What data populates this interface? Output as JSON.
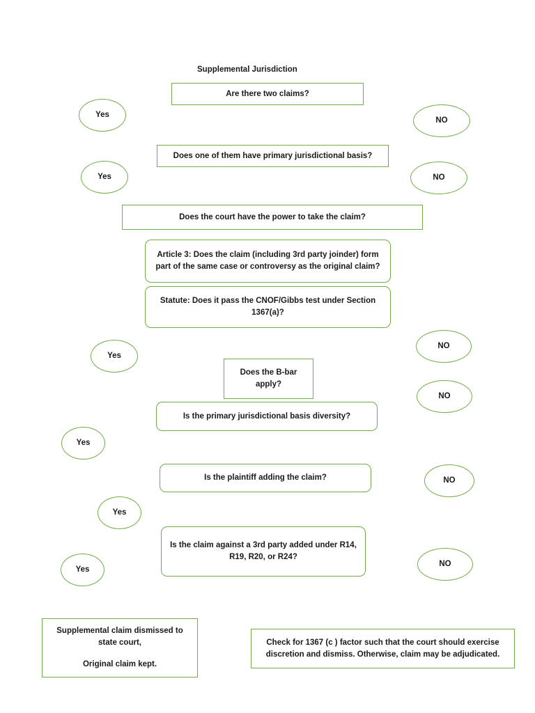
{
  "page": {
    "title": "Supplemental Jurisdiction",
    "accent_color": "#70ad47",
    "text_color": "#1a1a1a",
    "background_color": "#ffffff"
  },
  "boxes": {
    "two_claims": "Are there two claims?",
    "primary_basis": "Does one of them have primary jurisdictional basis?",
    "court_power": "Does the court have the power to take the claim?",
    "article_3": "Article 3: Does the claim (including 3rd party joinder) form part of the same case or controversy as the original claim?",
    "statute": "Statute: Does it pass the CNOF/Gibbs test under Section 1367(a)?",
    "b_bar": "Does the B-bar apply?",
    "diversity": "Is the primary jurisdictional basis diversity?",
    "plaintiff_adding": "Is the plaintiff adding the claim?",
    "third_party": "Is the claim against a 3rd party added under R14, R19, R20, or R24?"
  },
  "outcomes": {
    "dismissed_line1": "Supplemental claim dismissed to state court,",
    "dismissed_line2": "Original claim kept.",
    "check_1367c": "Check for 1367 (c ) factor such that the court should exercise discretion and dismiss. Otherwise, claim may be adjudicated."
  },
  "answers": {
    "yes_1": "Yes",
    "yes_2": "Yes",
    "yes_3": "Yes",
    "yes_4": "Yes",
    "yes_5": "Yes",
    "yes_6": "Yes",
    "no_1": "NO",
    "no_2": "NO",
    "no_3": "NO",
    "no_4": "NO",
    "no_5": "NO",
    "no_6": "NO"
  }
}
